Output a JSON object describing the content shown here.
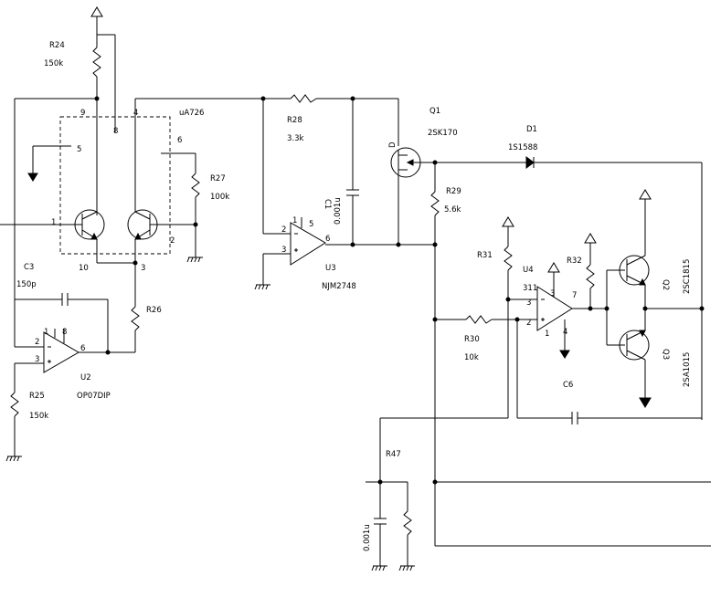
{
  "labels": {
    "r24": "R24",
    "r24_val": "150k",
    "ua726": "uA726",
    "r27": "R27",
    "r27_val": "100k",
    "c3": "C3",
    "c3_val": "150p",
    "r26": "R26",
    "u2": "U2",
    "u2_part": "OP07DIP",
    "r25": "R25",
    "r25_val": "150k",
    "r28": "R28",
    "r28_val": "3.3k",
    "c1": "C1",
    "c1_val": "0.001u",
    "u3": "U3",
    "u3_part": "NJM2748",
    "q1": "Q1",
    "q1_part": "2SK170",
    "q1_drain": "D",
    "d1": "D1",
    "d1_part": "1S1588",
    "r29": "R29",
    "r29_val": "5.6k",
    "r31": "R31",
    "u4": "U4",
    "u4_part": "311",
    "r32": "R32",
    "q2": "Q2",
    "q2_part": "2SC1815",
    "q3": "Q3",
    "q3_part": "2SA1015",
    "r30": "R30",
    "r30_val": "10k",
    "c6": "C6",
    "r47": "R47",
    "c_bottom_val": "0.001u"
  },
  "pins": {
    "p9": "9",
    "p8": "8",
    "p4": "4",
    "p5": "5",
    "p6": "6",
    "p1": "1",
    "p2": "2",
    "p10": "10",
    "p3": "3",
    "u2_p1": "1",
    "u2_p8": "8",
    "u2_p2": "2",
    "u2_p3": "3",
    "u2_p6": "6",
    "u3_p2": "2",
    "u3_p1": "1",
    "u3_p5": "5",
    "u3_p3": "3",
    "u3_p6": "6",
    "u4_p3a": "3",
    "u4_p3": "3",
    "u4_p2": "2",
    "u4_p7": "7",
    "u4_p1": "1",
    "u4_p4": "4"
  }
}
